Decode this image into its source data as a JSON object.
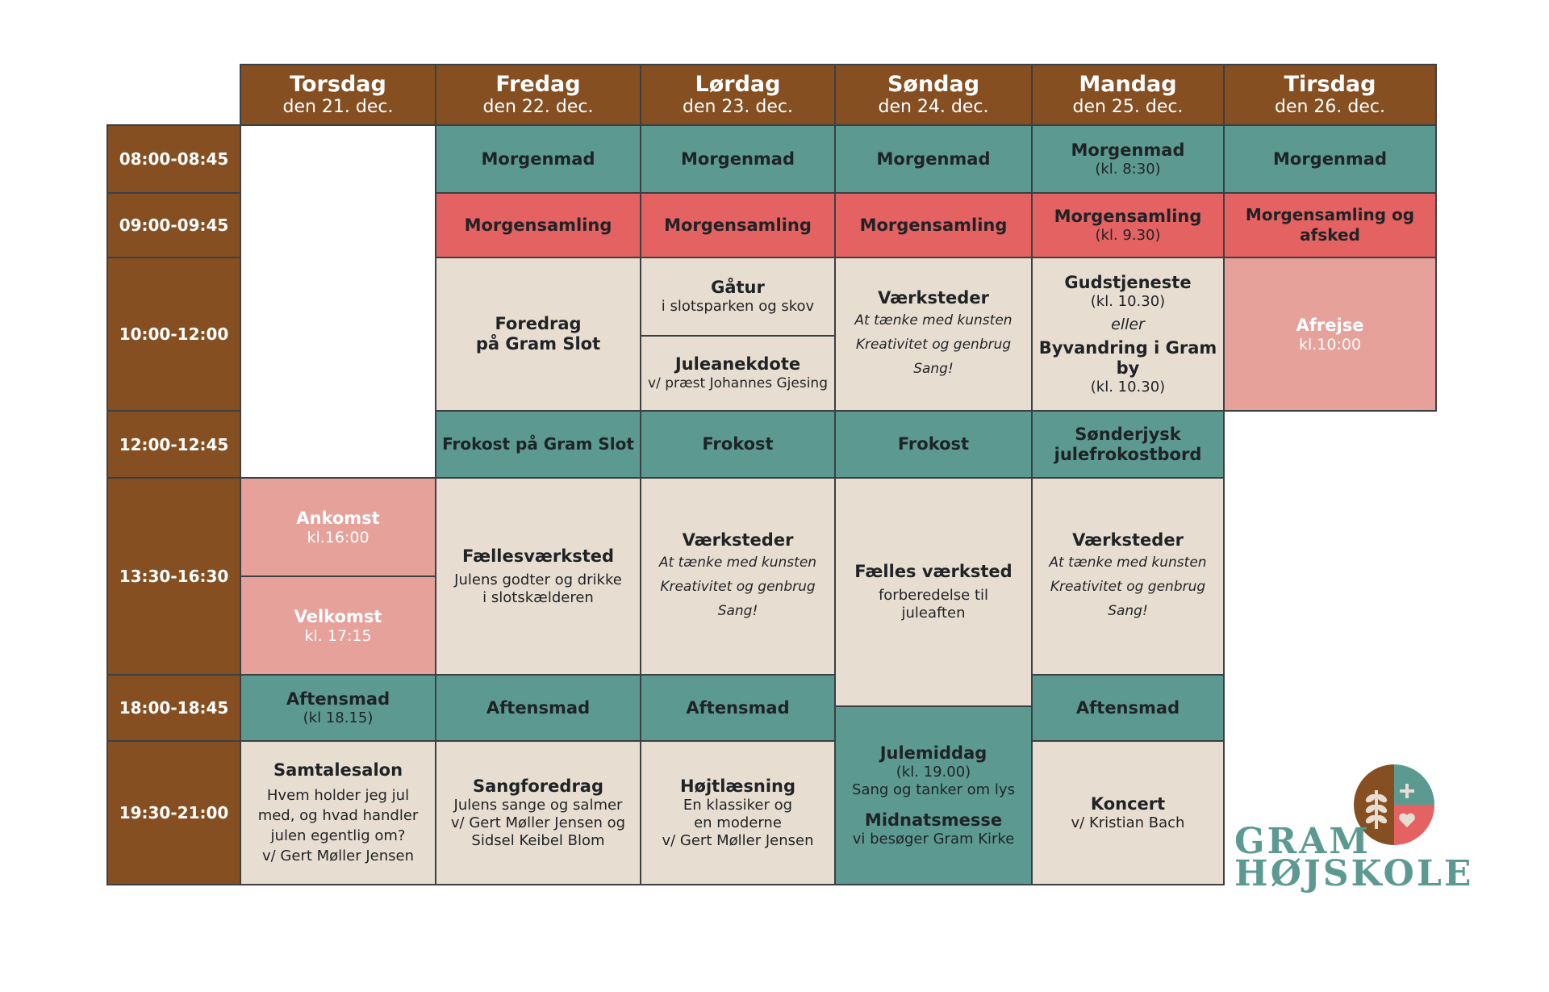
{
  "days": [
    {
      "name": "Torsdag",
      "date": "den 21. dec."
    },
    {
      "name": "Fredag",
      "date": "den 22. dec."
    },
    {
      "name": "Lørdag",
      "date": "den 23. dec."
    },
    {
      "name": "Søndag",
      "date": "den 24. dec."
    },
    {
      "name": "Mandag",
      "date": "den 25. dec."
    },
    {
      "name": "Tirsdag",
      "date": "den 26. dec."
    }
  ],
  "times": [
    "08:00-08:45",
    "09:00-09:45",
    "10:00-12:00",
    "12:00-12:45",
    "13:30-16:30",
    "18:00-18:45",
    "19:30-21:00"
  ],
  "events": {
    "fri_breakfast": "Morgenmad",
    "sat_breakfast": "Morgenmad",
    "sun_breakfast": "Morgenmad",
    "mon_breakfast": "Morgenmad",
    "mon_breakfast_sub": "(kl. 8:30)",
    "tue_breakfast": "Morgenmad",
    "fri_assembly": "Morgensamling",
    "sat_assembly": "Morgensamling",
    "sun_assembly": "Morgensamling",
    "mon_assembly": "Morgensamling",
    "mon_assembly_sub": "(kl. 9.30)",
    "tue_assembly": "Morgensamling og afsked",
    "fri_lecture_1": "Foredrag",
    "fri_lecture_2": "på Gram Slot",
    "sat_walk": "Gåtur",
    "sat_walk_sub": "i slotsparken og skov",
    "sat_anecdote": "Juleanekdote",
    "sat_anecdote_sub": "v/ præst Johannes Gjesing",
    "sun_workshops": "Værksteder",
    "sun_ws_1": "At tænke med kunsten",
    "sun_ws_2": "Kreativitet og genbrug",
    "sun_ws_3": "Sang!",
    "mon_service": "Gudstjeneste",
    "mon_service_sub": "(kl. 10.30)",
    "mon_or": "eller",
    "mon_citywalk": "Byvandring i Gram by",
    "mon_citywalk_sub": "(kl. 10.30)",
    "tue_departure": "Afrejse",
    "tue_departure_sub": "kl.10:00",
    "fri_lunch": "Frokost på Gram Slot",
    "sat_lunch": "Frokost",
    "sun_lunch": "Frokost",
    "mon_lunch_1": "Sønderjysk",
    "mon_lunch_2": "julefrokostbord",
    "thu_arrival": "Ankomst",
    "thu_arrival_sub": "kl.16:00",
    "thu_welcome": "Velkomst",
    "thu_welcome_sub": "kl. 17:15",
    "fri_workshop": "Fællesværksted",
    "fri_workshop_sub_1": "Julens godter og drikke",
    "fri_workshop_sub_2": "i slotskælderen",
    "sat_workshops": "Værksteder",
    "sat_ws_1": "At tænke med kunsten",
    "sat_ws_2": "Kreativitet og genbrug",
    "sat_ws_3": "Sang!",
    "sun_common_workshop": "Fælles værksted",
    "sun_common_sub_1": "forberedelse til",
    "sun_common_sub_2": "juleaften",
    "mon_workshops": "Værksteder",
    "mon_ws_1": "At tænke med kunsten",
    "mon_ws_2": "Kreativitet og genbrug",
    "mon_ws_3": "Sang!",
    "thu_dinner": "Aftensmad",
    "thu_dinner_sub": "(kl 18.15)",
    "fri_dinner": "Aftensmad",
    "sat_dinner": "Aftensmad",
    "mon_dinner": "Aftensmad",
    "thu_salon": "Samtalesalon",
    "thu_salon_1": "Hvem holder jeg jul",
    "thu_salon_2": "med, og hvad handler",
    "thu_salon_3": "julen egentlig om?",
    "thu_salon_4": "v/ Gert Møller Jensen",
    "fri_song": "Sangforedrag",
    "fri_song_1": "Julens sange og salmer",
    "fri_song_2": "v/ Gert Møller Jensen og",
    "fri_song_3": "Sidsel Keibel Blom",
    "sat_reading": "Højtlæsning",
    "sat_reading_1": "En klassiker og",
    "sat_reading_2": "en moderne",
    "sat_reading_3": "v/ Gert Møller Jensen",
    "sun_xmas_dinner": "Julemiddag",
    "sun_xmas_dinner_sub_1": "(kl. 19.00)",
    "sun_xmas_dinner_sub_2": "Sang og tanker om lys",
    "sun_mass": "Midnatsmesse",
    "sun_mass_sub": "vi besøger Gram Kirke",
    "mon_concert": "Koncert",
    "mon_concert_sub": "v/ Kristian Bach"
  },
  "logo": {
    "line1": "GRAM",
    "line2": "HØJSKOLE"
  },
  "colors": {
    "brown": "#864f22",
    "teal": "#5c9a91",
    "coral": "#e46262",
    "beige": "#e8ddd1",
    "pink": "#e6a19b"
  }
}
